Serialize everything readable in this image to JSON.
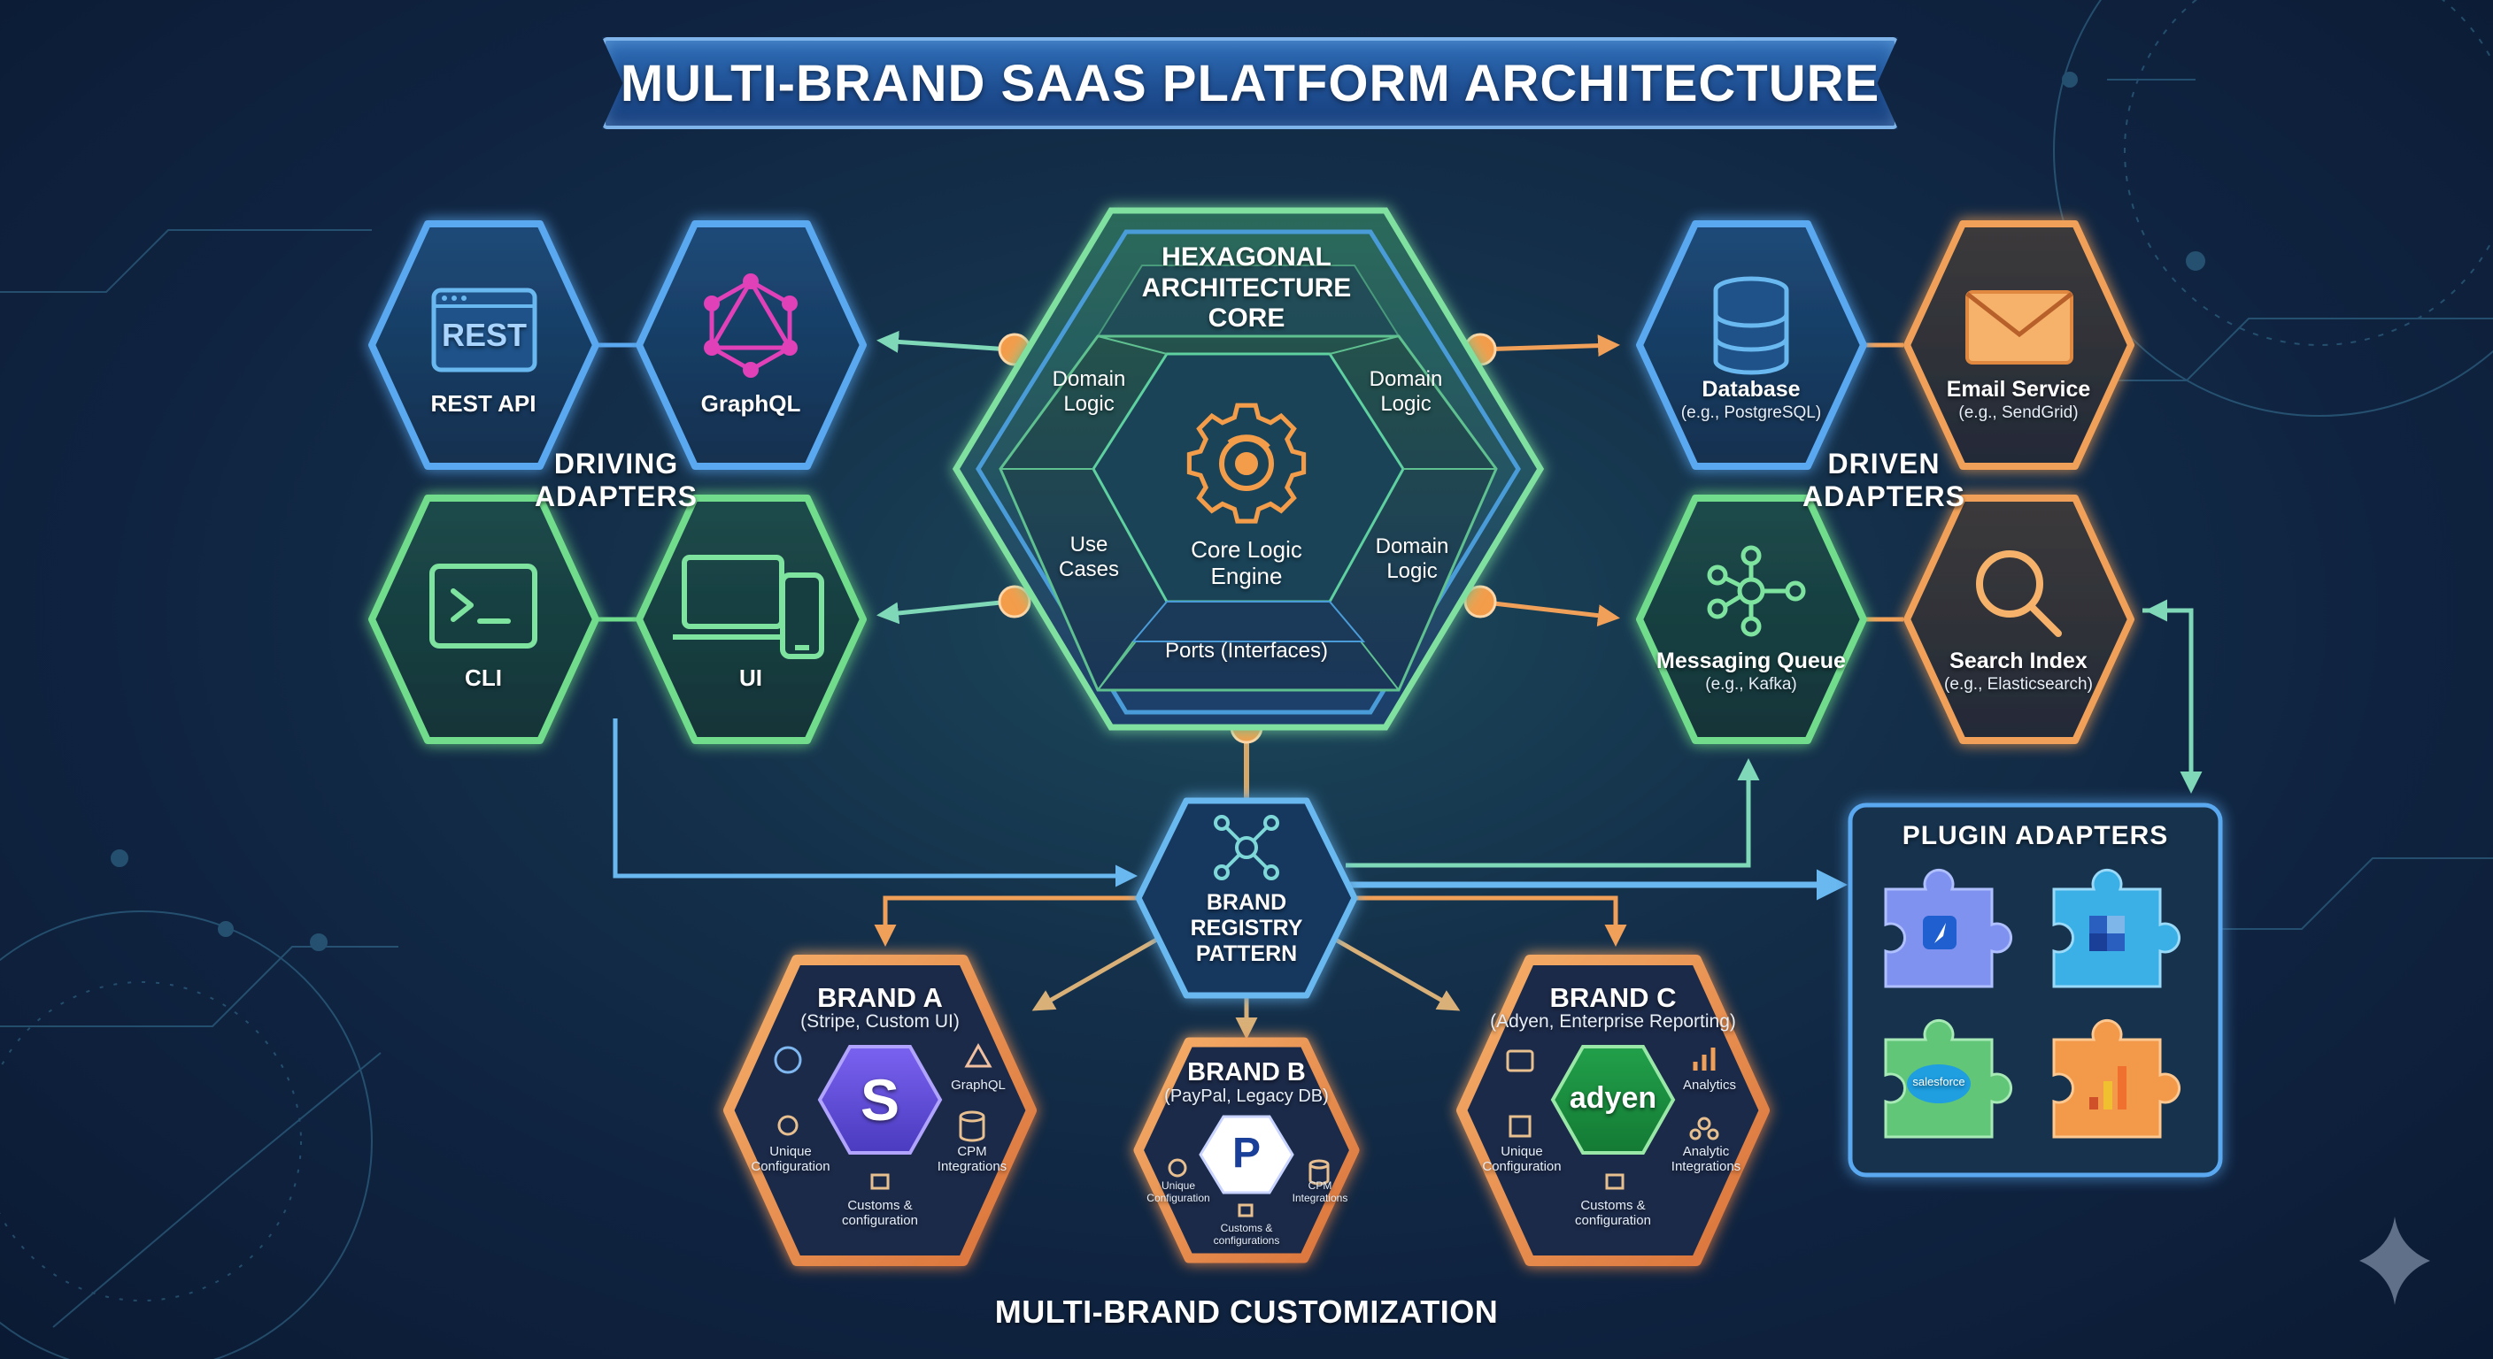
{
  "title": "MULTI-BRAND SAAS PLATFORM ARCHITECTURE",
  "core": {
    "title": "HEXAGONAL\nARCHITECTURE\nCORE",
    "segments": {
      "domain_logic_top_left": "Domain\nLogic",
      "domain_logic_top_right": "Domain\nLogic",
      "use_cases": "Use\nCases",
      "domain_logic_right": "Domain\nLogic",
      "ports": "Ports (Interfaces)"
    },
    "engine_label": "Core Logic\nEngine"
  },
  "driving_adapters": {
    "heading": "DRIVING\nADAPTERS",
    "items": [
      {
        "label": "REST API",
        "icon": "rest-window-icon",
        "badge": "REST"
      },
      {
        "label": "GraphQL",
        "icon": "graphql-icon"
      },
      {
        "label": "CLI",
        "icon": "terminal-icon"
      },
      {
        "label": "UI",
        "icon": "devices-icon"
      }
    ]
  },
  "driven_adapters": {
    "heading": "DRIVEN\nADAPTERS",
    "items": [
      {
        "label": "Database",
        "sub": "(e.g., PostgreSQL)",
        "icon": "database-icon"
      },
      {
        "label": "Email Service",
        "sub": "(e.g., SendGrid)",
        "icon": "envelope-icon"
      },
      {
        "label": "Messaging Queue",
        "sub": "(e.g., Kafka)",
        "icon": "network-hub-icon"
      },
      {
        "label": "Search Index",
        "sub": "(e.g., Elasticsearch)",
        "icon": "magnifier-icon"
      }
    ]
  },
  "registry": {
    "label": "BRAND\nREGISTRY\nPATTERN",
    "icon": "registry-network-icon"
  },
  "plugins": {
    "heading": "PLUGIN ADAPTERS",
    "items": [
      {
        "icon": "puzzle-blue-icon",
        "badge_text": ""
      },
      {
        "icon": "puzzle-cyan-icon",
        "badge_text": ""
      },
      {
        "icon": "puzzle-green-icon",
        "badge_text": "salesforce"
      },
      {
        "icon": "puzzle-orange-icon",
        "badge_text": ""
      }
    ]
  },
  "brands": [
    {
      "name": "BRAND A",
      "sub": "(Stripe, Custom UI)",
      "logo_letter": "S",
      "features": [
        "",
        "GraphQL",
        "Unique\nConfiguration",
        "CPM\nIntegrations",
        "Customs &\nconfiguration"
      ]
    },
    {
      "name": "BRAND B",
      "sub": "(PayPal, Legacy DB)",
      "logo_letter": "P",
      "features": [
        "Unique\nConfiguration",
        "CPM\nIntegrations",
        "Customs &\nconfigurations"
      ]
    },
    {
      "name": "BRAND C",
      "sub": "(Adyen, Enterprise Reporting)",
      "logo_letter": "adyen",
      "features": [
        "",
        "Analytics",
        "Unique\nConfiguration",
        "Analytic\nIntegrations",
        "Customs &\nconfiguration"
      ]
    }
  ],
  "footer": "MULTI-BRAND CUSTOMIZATION",
  "colors": {
    "blue_border": "#5aa8f0",
    "green_border": "#6fdc8c",
    "orange_border": "#f0a058",
    "accent_orange": "#f39c4a",
    "teal_arrow": "#7fd8b8",
    "background": "#11284a"
  }
}
